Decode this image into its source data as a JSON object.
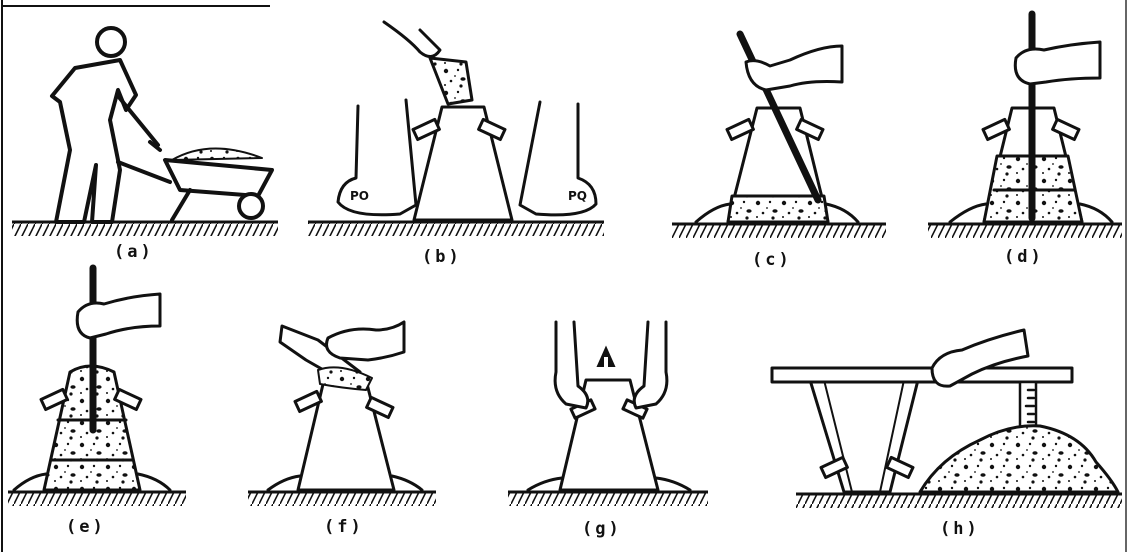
{
  "panels": [
    {
      "id": "a",
      "caption": "(a)"
    },
    {
      "id": "b",
      "caption": "(b)"
    },
    {
      "id": "c",
      "caption": "(c)"
    },
    {
      "id": "d",
      "caption": "(d)"
    },
    {
      "id": "e",
      "caption": "(e)"
    },
    {
      "id": "f",
      "caption": "(f)"
    },
    {
      "id": "g",
      "caption": "(g)"
    },
    {
      "id": "h",
      "caption": "(h)"
    }
  ]
}
